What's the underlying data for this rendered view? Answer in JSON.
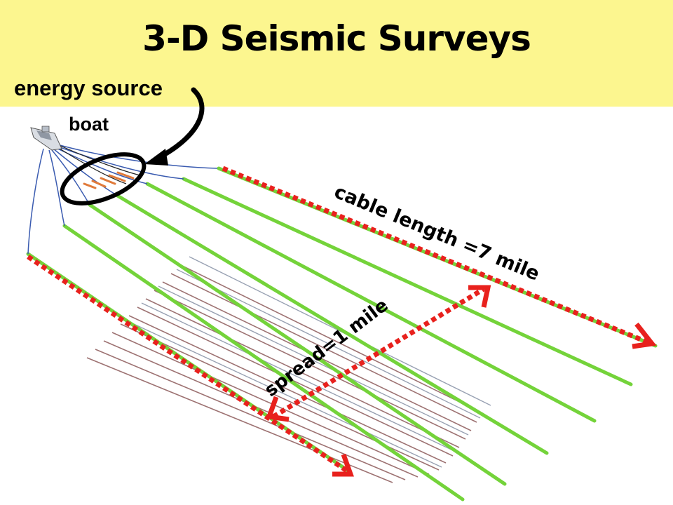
{
  "title": "3-D Seismic Surveys",
  "labels": {
    "energy_source": "energy source",
    "boat": "boat",
    "cable_length": "cable length =7 mile",
    "spread": "spread=1 mile"
  },
  "colors": {
    "banner": "#fcf68f",
    "cable": "#74d33a",
    "arrow": "#e8211d",
    "guide": "#3a5bb0",
    "receiver": "#8c5a5a"
  }
}
